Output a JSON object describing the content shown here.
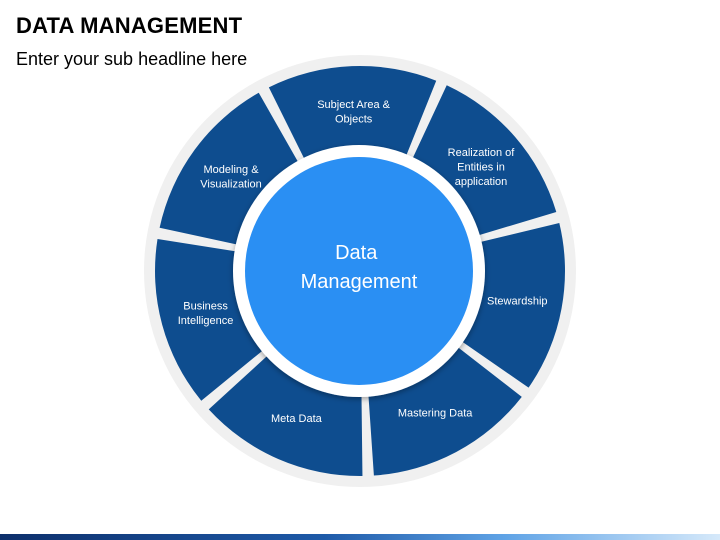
{
  "header": {
    "title": "DATA MANAGEMENT",
    "subtitle": "Enter your sub headline here"
  },
  "diagram": {
    "center": {
      "lines": [
        "Data",
        "Management"
      ]
    },
    "segments": [
      {
        "lines": [
          "Subject Area &",
          "Objects"
        ]
      },
      {
        "lines": [
          "Realization of",
          "Entities in",
          "application"
        ]
      },
      {
        "lines": [
          "Stewardship"
        ]
      },
      {
        "lines": [
          "Mastering Data"
        ]
      },
      {
        "lines": [
          "Meta Data"
        ]
      },
      {
        "lines": [
          "Business",
          "Intelligence"
        ]
      },
      {
        "lines": [
          "Modeling &",
          "Visualization"
        ]
      }
    ]
  },
  "colors": {
    "segment_fill": "#0e4d8f",
    "center_fill": "#2a8ff3",
    "background_ring": "#f0f0f0",
    "text": "#ffffff"
  }
}
